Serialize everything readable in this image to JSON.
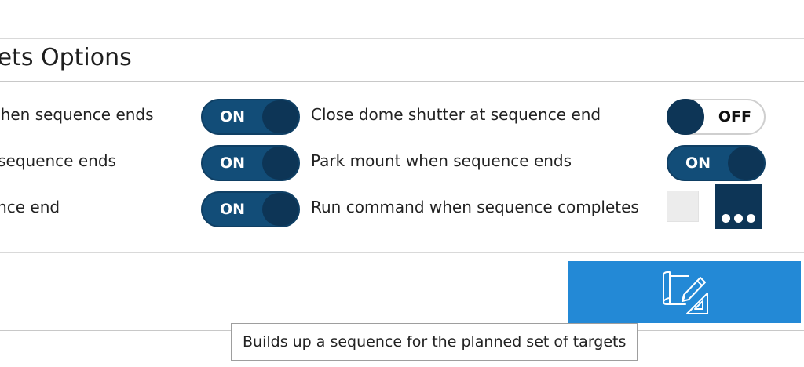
{
  "section": {
    "title": "Targets Options"
  },
  "options_left": [
    {
      "label": "Warm camera when sequence ends",
      "state": "ON"
    },
    {
      "label": "Stop guiding when sequence ends",
      "state": "ON"
    },
    {
      "label": "Abort tracking at sequence end",
      "state": "ON"
    }
  ],
  "options_right": [
    {
      "label": "Close dome shutter at sequence end",
      "state": "OFF"
    },
    {
      "label": "Park mount when sequence ends",
      "state": "ON"
    },
    {
      "label": "Run command when sequence completes"
    }
  ],
  "command": {
    "value": "",
    "browse_icon": "ellipsis-icon"
  },
  "build_button": {
    "icon": "blueprint-pencil-icon",
    "tooltip": "Builds up a sequence for the planned set of targets"
  },
  "colors": {
    "toggle_on": "#124d78",
    "knob": "#0d3556",
    "accent": "#2389d6"
  }
}
